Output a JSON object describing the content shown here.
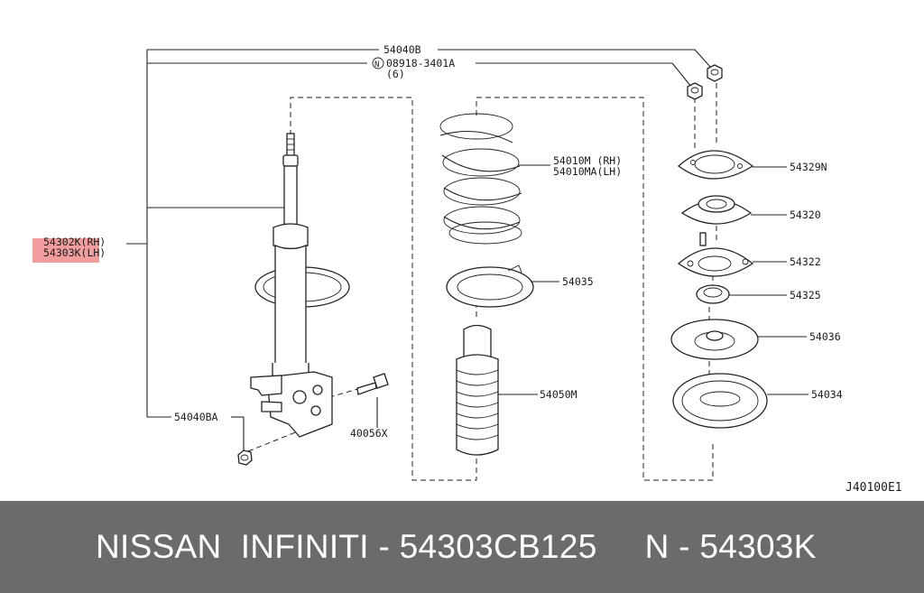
{
  "callouts": {
    "p54040B": "54040B",
    "bolt_spec": "08918-3401A",
    "bolt_qty": "(6)",
    "bolt_prefix": "N",
    "strut_rh": "54302K(RH)",
    "strut_lh": "54303K(LH)",
    "p54040BA": "54040BA",
    "p40056X": "40056X",
    "spring_rh": "54010M (RH)",
    "spring_lh": "54010MA(LH)",
    "p54035": "54035",
    "p54050M": "54050M",
    "p54329N": "54329N",
    "p54320": "54320",
    "p54322": "54322",
    "p54325": "54325",
    "p54036": "54036",
    "p54034": "54034",
    "diagram_code": "J40100E1"
  },
  "highlight": {
    "color": "#f08c8c",
    "target": "54303K(LH)"
  },
  "footer": {
    "text": "NISSAN  INFINITI - 54303CB125     N - 54303K",
    "background": "#6b6b6b",
    "text_color": "#ffffff"
  }
}
